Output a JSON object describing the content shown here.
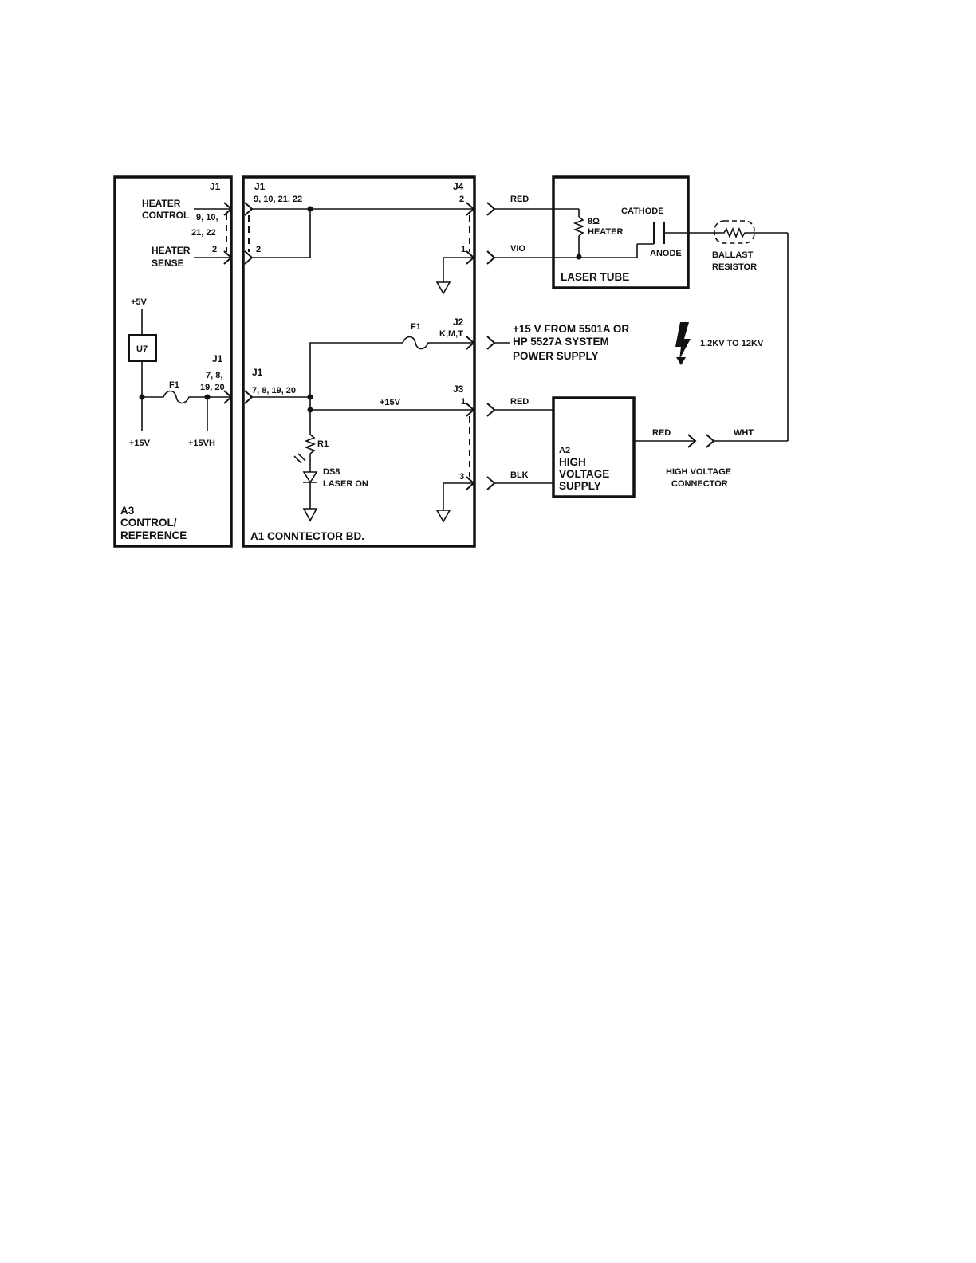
{
  "a3": {
    "j1": "J1",
    "heater_control_1": "HEATER",
    "heater_control_2": "CONTROL",
    "pins_a": "9, 10,",
    "pins_b": "21, 22",
    "heater_sense_1": "HEATER",
    "heater_sense_2": "SENSE",
    "pin_2": "2",
    "plus5v": "+5V",
    "u7": "U7",
    "j1b": "J1",
    "pins_c": "7, 8,",
    "pins_d": "19, 20",
    "f1": "F1",
    "plus15v": "+15V",
    "plus15vh": "+15VH",
    "name_1": "A3",
    "name_2": "CONTROL/",
    "name_3": "REFERENCE"
  },
  "a1": {
    "j1": "J1",
    "pins_top": "9, 10, 21, 22",
    "pin_2": "2",
    "j4": "J4",
    "j4_pin2": "2",
    "j4_pin1": "1",
    "f1": "F1",
    "j2": "J2",
    "j2_pins": "K,M,T",
    "j1b": "J1",
    "pins_bot": "7, 8, 19, 20",
    "j3": "J3",
    "plus15v": "+15V",
    "j3_pin1": "1",
    "r1": "R1",
    "ds8": "DS8",
    "laser_on": "LASER ON",
    "j3_pin3": "3",
    "name": "A1 CONNTECTOR BD."
  },
  "wires": {
    "red_top": "RED",
    "vio": "VIO",
    "red_mid": "RED",
    "blk": "BLK",
    "red_hv": "RED",
    "wht": "WHT"
  },
  "laser_tube": {
    "heater_ohms": "8Ω",
    "heater": "HEATER",
    "cathode": "CATHODE",
    "anode": "ANODE",
    "name": "LASER TUBE"
  },
  "ballast": {
    "line1": "BALLAST",
    "line2": "RESISTOR"
  },
  "power_note": {
    "line1": "+15 V FROM 5501A OR",
    "line2": "HP 5527A SYSTEM",
    "line3": "POWER SUPPLY"
  },
  "hv_range": "1.2KV TO 12KV",
  "a2": {
    "line1": "A2",
    "line2": "HIGH",
    "line3": "VOLTAGE",
    "line4": "SUPPLY"
  },
  "hv_connector": {
    "line1": "HIGH VOLTAGE",
    "line2": "CONNECTOR"
  }
}
